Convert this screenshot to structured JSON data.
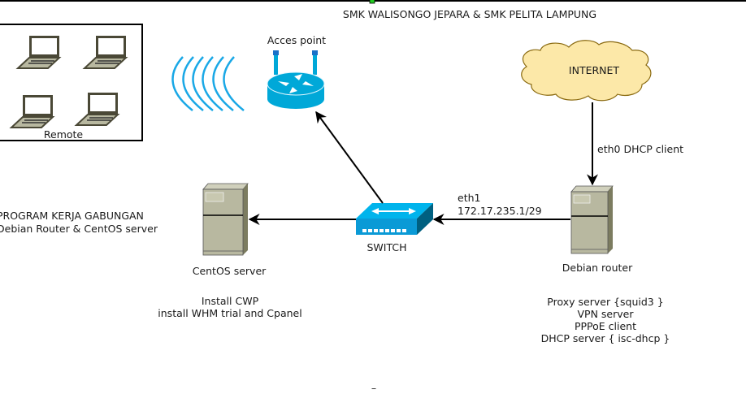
{
  "title": "SMK WALISONGO JEPARA & SMK PELITA LAMPUNG",
  "program": {
    "line1": "PROGRAM KERJA GABUNGAN",
    "line2": "Debian Router & CentOS server"
  },
  "nodes": {
    "remote": {
      "label": "Remote",
      "icon": "laptop-icon",
      "count": 4
    },
    "access_point": {
      "label": "Acces point",
      "icon": "wireless-router-icon"
    },
    "internet": {
      "label": "INTERNET",
      "icon": "cloud-icon"
    },
    "switch": {
      "label": "SWITCH",
      "icon": "switch-icon"
    },
    "centos": {
      "label": "CentOS server",
      "icon": "server-tower-icon",
      "notes": [
        "Install CWP",
        "install WHM trial and Cpanel"
      ]
    },
    "debian": {
      "label": "Debian router",
      "icon": "server-tower-icon",
      "notes": [
        "Proxy server {squid3 }",
        "VPN server",
        "PPPoE client",
        "DHCP server { isc-dhcp }"
      ]
    }
  },
  "links": {
    "internet_to_debian": "eth0 DHCP client",
    "debian_to_switch_line1": "eth1",
    "debian_to_switch_line2": "172.17.235.1/29"
  },
  "footer_mark": "–",
  "colors": {
    "cisco_blue": "#00a8d8",
    "cloud_fill": "#fce8a8",
    "cloud_stroke": "#8a6a10",
    "server_fill": "#b8b8a0",
    "laptop_frame": "#4a4836",
    "selection_marker": "#3a3aff",
    "handle_green": "#22cc22"
  }
}
